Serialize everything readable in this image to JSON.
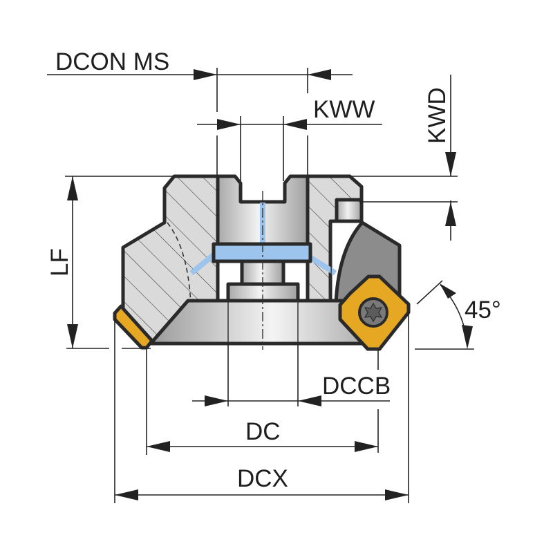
{
  "diagram": {
    "title": "Face milling cutter dimension drawing",
    "labels": {
      "dcon_ms": "DCON MS",
      "kww": "KWW",
      "kwd": "KWD",
      "lf": "LF",
      "angle": "45°",
      "dccb": "DCCB",
      "dc": "DC",
      "dcx": "DCX"
    },
    "colors": {
      "body": "#d9d9d9",
      "outline": "#2a2a2a",
      "coolant": "#9cc4ec",
      "insert": "#e6a823",
      "pocket": "#8c8c8c",
      "screw": "#6e6e6e"
    },
    "lead_angle_deg": 45
  }
}
